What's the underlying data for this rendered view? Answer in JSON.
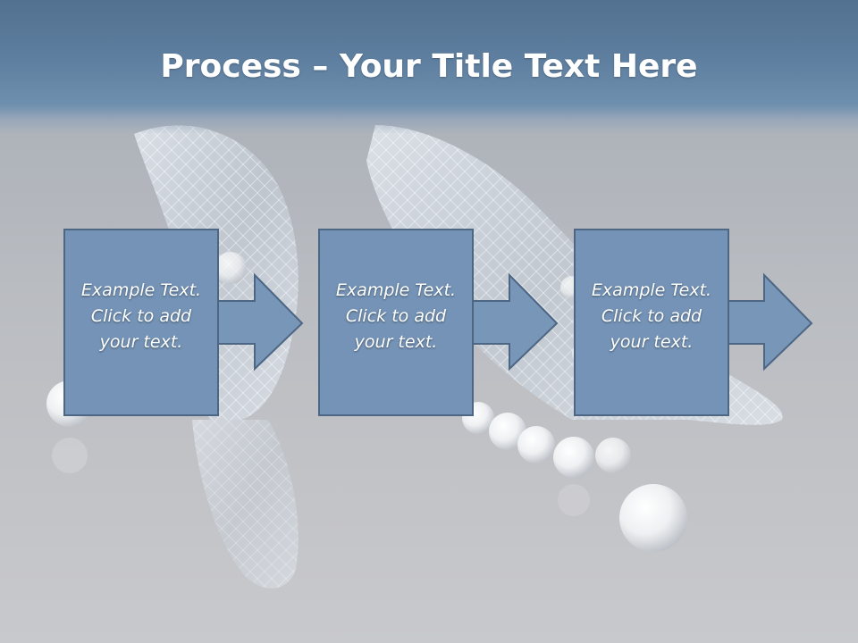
{
  "slide": {
    "title_bold": "Process",
    "title_rest": " – Your Title Text Here"
  },
  "colors": {
    "header": "#5f7fa0",
    "box_fill": "#7493b6",
    "box_stroke": "#4d6684",
    "arrow_fill": "#7896b8"
  },
  "steps": [
    {
      "text": "Example Text.\nClick  to add\nyour text."
    },
    {
      "text": "Example Text.\nClick  to add\nyour text."
    },
    {
      "text": "Example Text.\nClick  to add\nyour text."
    }
  ]
}
